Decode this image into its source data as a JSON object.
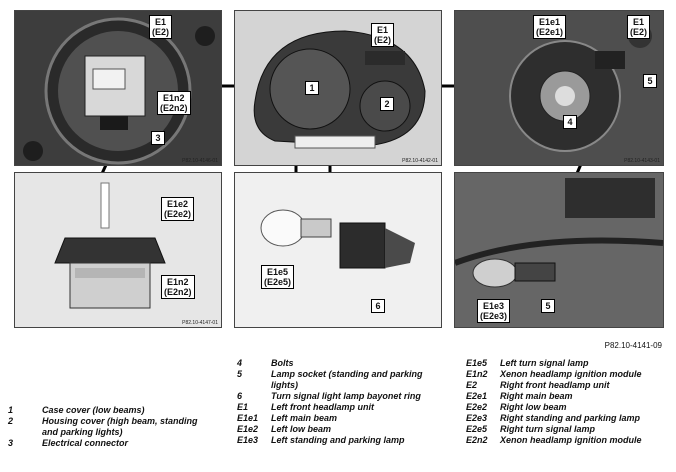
{
  "panels": {
    "p1": {
      "photo_id": "P82.10-4146-01",
      "labels": [
        "E1",
        "(E2)"
      ],
      "label_b": [
        "E1n2",
        "(E2n2)"
      ],
      "badge": "3"
    },
    "p2": {
      "photo_id": "P82.10-4142-01",
      "labels": [
        "E1",
        "(E2)"
      ],
      "badge1": "1",
      "badge2": "2"
    },
    "p3": {
      "photo_id": "P82.10-4143-01",
      "labels": [
        "E1e1",
        "(E2e1)"
      ],
      "labels_b": [
        "E1",
        "(E2)"
      ],
      "badge1": "5",
      "badge2": "4"
    },
    "p4": {
      "photo_id": "P82.10-4147-01",
      "labels": [
        "E1e2",
        "(E2e2)"
      ],
      "labels_b": [
        "E1n2",
        "(E2n2)"
      ]
    },
    "p5": {
      "labels": [
        "E1e5",
        "(E2e5)"
      ],
      "badge": "6"
    },
    "p6": {
      "labels": [
        "E1e3",
        "(E2e3)"
      ],
      "badge": "5"
    }
  },
  "figure_ref": "P82.10-4141-09",
  "legend": {
    "col1": [
      {
        "code": "1",
        "desc": "Case cover (low beams)"
      },
      {
        "code": "2",
        "desc": "Housing cover (high beam, standing and parking lights)"
      },
      {
        "code": "3",
        "desc": "Electrical connector"
      }
    ],
    "col2": [
      {
        "code": "4",
        "desc": "Bolts"
      },
      {
        "code": "5",
        "desc": "Lamp socket (standing and parking lights)"
      },
      {
        "code": "6",
        "desc": "Turn signal light lamp bayonet ring"
      },
      {
        "code": "E1",
        "desc": "Left front headlamp unit"
      },
      {
        "code": "E1e1",
        "desc": "Left main beam"
      },
      {
        "code": "E1e2",
        "desc": "Left low beam"
      },
      {
        "code": "E1e3",
        "desc": "Left standing and parking lamp"
      }
    ],
    "col3": [
      {
        "code": "E1e5",
        "desc": "Left turn signal lamp"
      },
      {
        "code": "E1n2",
        "desc": "Xenon headlamp ignition module"
      },
      {
        "code": "E2",
        "desc": "Right front headlamp unit"
      },
      {
        "code": "E2e1",
        "desc": "Right main beam"
      },
      {
        "code": "E2e2",
        "desc": "Right low beam"
      },
      {
        "code": "E2e3",
        "desc": "Right standing and parking lamp"
      },
      {
        "code": "E2e5",
        "desc": "Right turn signal lamp"
      },
      {
        "code": "E2n2",
        "desc": "Xenon headlamp ignition module"
      }
    ]
  }
}
